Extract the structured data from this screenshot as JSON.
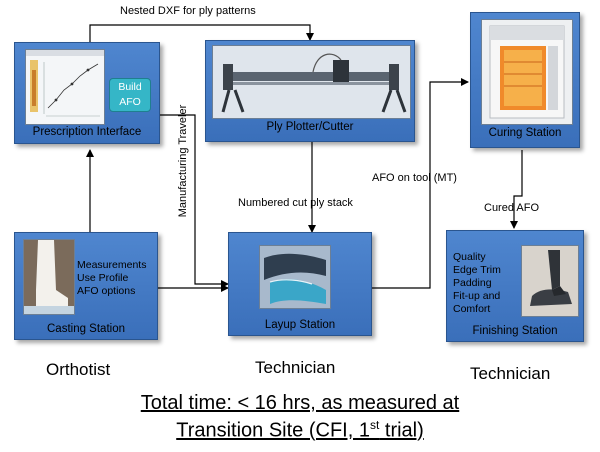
{
  "stations": {
    "prescription": {
      "title": "Prescription Interface",
      "build_button": [
        "Build",
        "AFO"
      ]
    },
    "plotter": {
      "title": "Ply Plotter/Cutter"
    },
    "curing": {
      "title": "Curing Station"
    },
    "casting": {
      "title": "Casting Station",
      "details": [
        "Measurements",
        "Use Profile",
        "AFO options"
      ]
    },
    "layup": {
      "title": "Layup Station"
    },
    "finishing": {
      "title": "Finishing Station",
      "details": [
        "Quality",
        "Edge Trim",
        "Padding",
        "Fit-up and",
        "Comfort"
      ]
    }
  },
  "flows": {
    "nested_dxf": "Nested DXF for ply patterns",
    "manufacturing_traveler": "Manufacturing Traveler",
    "cut_ply_stack": "Numbered cut ply stack",
    "afo_on_tool": "AFO on tool (MT)",
    "cured_afo": "Cured AFO"
  },
  "roles": [
    "Orthotist",
    "Technician",
    "Technician"
  ],
  "summary": {
    "line1": "Total time: < 16 hrs, as measured at",
    "line2_prefix": "Transition Site (CFI, 1",
    "line2_sup": "st",
    "line2_suffix": " trial)"
  }
}
